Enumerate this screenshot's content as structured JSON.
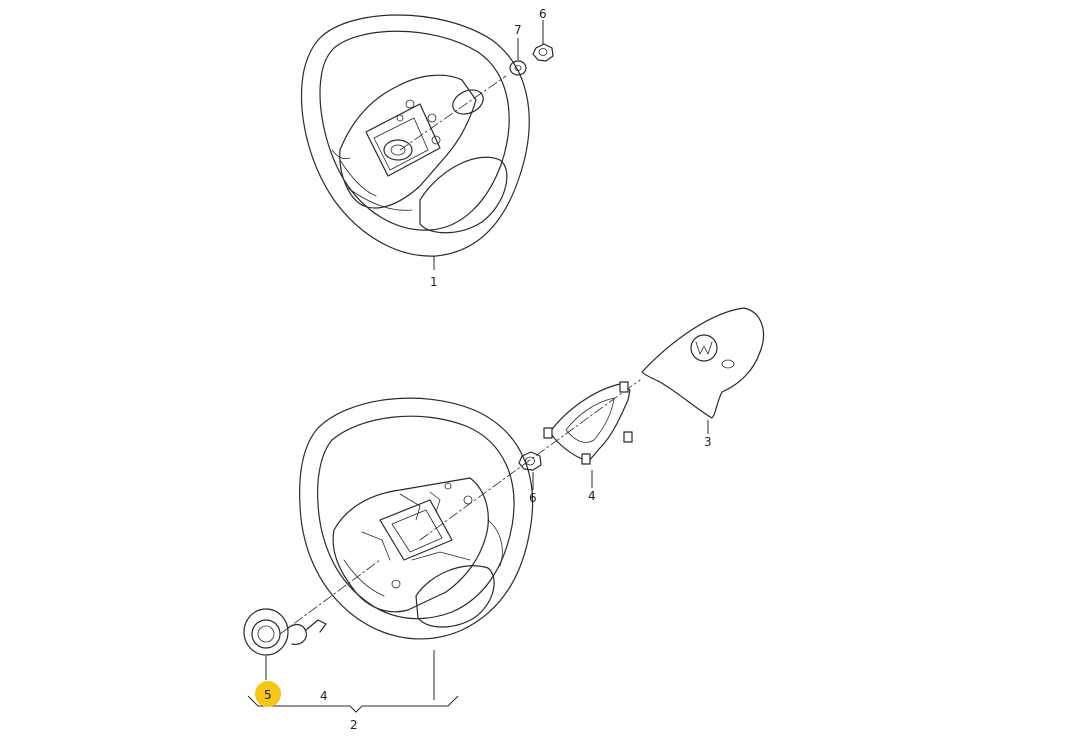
{
  "highlight_color": "#f5c518",
  "line_color": "#2a2a2a",
  "callouts": {
    "c1": "1",
    "c2": "2",
    "c3": "3",
    "c4a": "4",
    "c4b": "4",
    "c5": "5",
    "c6a": "6",
    "c6b": "6",
    "c7": "7"
  }
}
